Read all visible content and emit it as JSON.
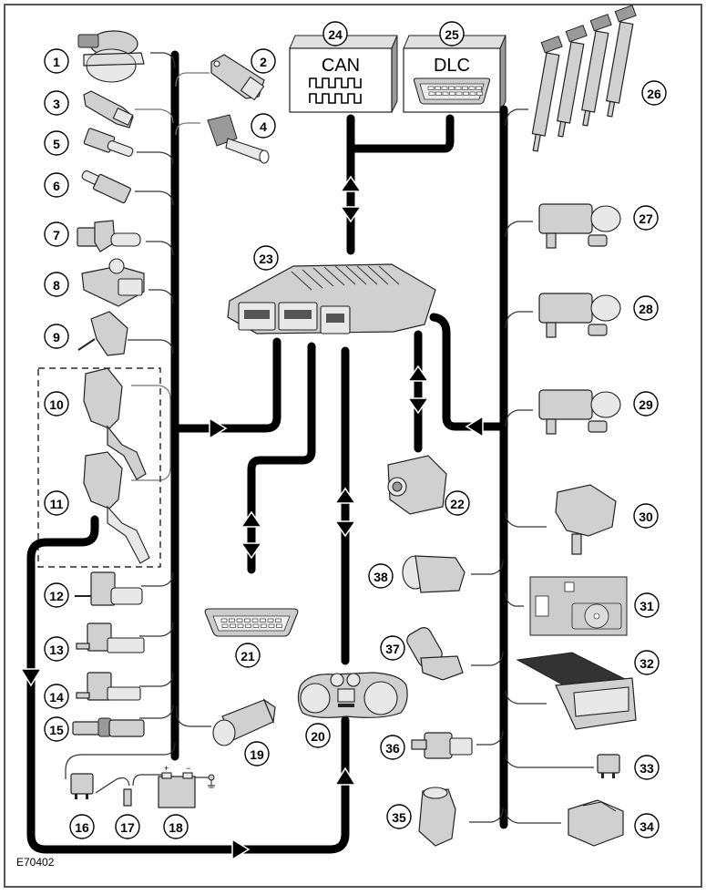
{
  "figure": {
    "id_label": "E70402",
    "colors": {
      "line": "#000000",
      "component_fill": "#d0d0d0",
      "module_box_fill": "#cccccc",
      "background": "#ffffff"
    }
  },
  "modules": {
    "can": {
      "number": "24",
      "label": "CAN",
      "icon": "square-wave-icon"
    },
    "dlc": {
      "number": "25",
      "label": "DLC",
      "icon": "diagnostic-connector-icon"
    }
  },
  "callouts": [
    {
      "number": "1"
    },
    {
      "number": "2"
    },
    {
      "number": "3"
    },
    {
      "number": "4"
    },
    {
      "number": "5"
    },
    {
      "number": "6"
    },
    {
      "number": "7"
    },
    {
      "number": "8"
    },
    {
      "number": "9"
    },
    {
      "number": "10"
    },
    {
      "number": "11"
    },
    {
      "number": "12"
    },
    {
      "number": "13"
    },
    {
      "number": "14"
    },
    {
      "number": "15"
    },
    {
      "number": "16"
    },
    {
      "number": "17"
    },
    {
      "number": "18"
    },
    {
      "number": "19"
    },
    {
      "number": "20"
    },
    {
      "number": "21"
    },
    {
      "number": "22"
    },
    {
      "number": "23"
    },
    {
      "number": "24"
    },
    {
      "number": "25"
    },
    {
      "number": "26"
    },
    {
      "number": "27"
    },
    {
      "number": "28"
    },
    {
      "number": "29"
    },
    {
      "number": "30"
    },
    {
      "number": "31"
    },
    {
      "number": "32"
    },
    {
      "number": "33"
    },
    {
      "number": "34"
    },
    {
      "number": "35"
    },
    {
      "number": "36"
    },
    {
      "number": "37"
    },
    {
      "number": "38"
    }
  ],
  "battery": {
    "positive": "+",
    "negative": "−"
  }
}
